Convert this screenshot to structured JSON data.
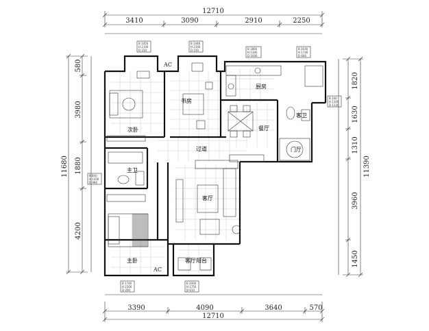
{
  "dimensions": {
    "top": {
      "total": "12710",
      "segments": [
        "3410",
        "3090",
        "2910",
        "2250"
      ]
    },
    "bottom": {
      "total": "12710",
      "segments": [
        "3390",
        "4090",
        "3640",
        "570"
      ]
    },
    "left": {
      "total": "11680",
      "segments": [
        "580",
        "3980",
        "1880",
        "4200"
      ]
    },
    "right": {
      "total": "11390",
      "segments": [
        "1820",
        "1630",
        "1310",
        "3960",
        "1450"
      ]
    }
  },
  "rooms": {
    "bedroom2": "次卧",
    "study": "书房",
    "kitchen": "厨房",
    "dining": "餐厅",
    "guest_bath": "客卫",
    "foyer": "门厅",
    "corridor": "过道",
    "master_bath": "主卫",
    "living": "客厅",
    "master_bed": "主卧",
    "living_balcony": "客厅阳台"
  },
  "ac_labels": {
    "top": "AC",
    "bottom": "AC"
  },
  "window_tags": [
    {
      "id": "tag-1",
      "lines": [
        "B 1450",
        "H 2100",
        "D 230"
      ]
    },
    {
      "id": "tag-2",
      "lines": [
        "B 1446",
        "H 2100",
        "D 230"
      ]
    },
    {
      "id": "tag-3",
      "lines": [
        "B 1860",
        "H 1340",
        "D 1000"
      ]
    },
    {
      "id": "tag-4",
      "lines": [
        "B 2030",
        "H 1740",
        "D 600"
      ]
    },
    {
      "id": "tag-5",
      "lines": [
        "B 340",
        "H 1340",
        "D 1130"
      ]
    },
    {
      "id": "tag-6",
      "lines": [
        "B 800",
        "H 1356",
        "D 990"
      ]
    },
    {
      "id": "tag-7",
      "lines": [
        "B 1740",
        "H 2100",
        "D 200"
      ]
    },
    {
      "id": "tag-8",
      "lines": [
        "B 2000",
        "H 1750",
        "D 610"
      ]
    }
  ]
}
